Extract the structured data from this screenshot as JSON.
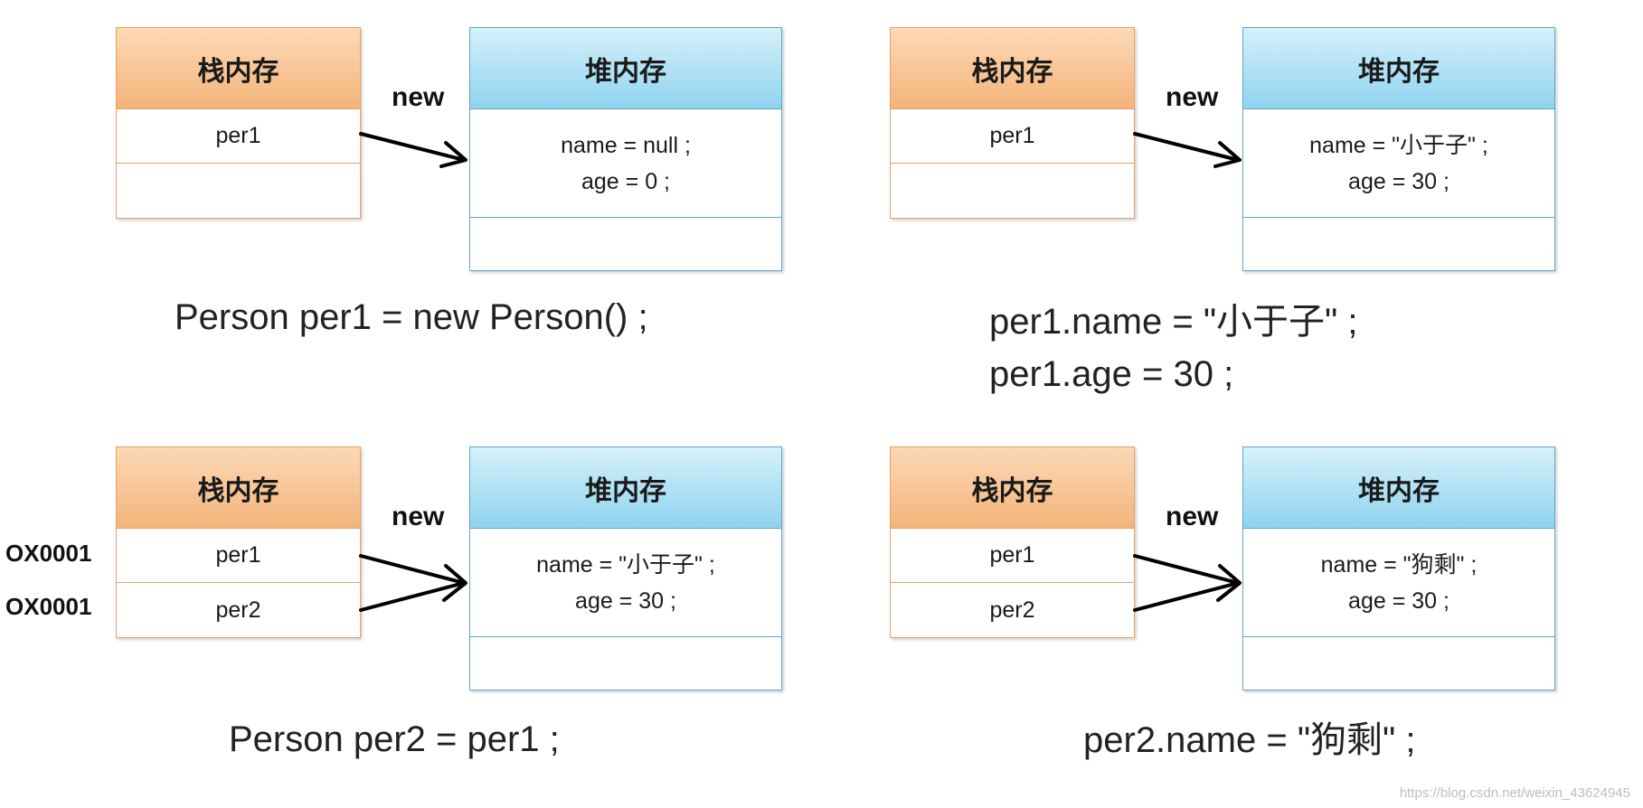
{
  "labels": {
    "stack": "栈内存",
    "heap": "堆内存",
    "new": "new"
  },
  "panels": [
    {
      "stack_rows": [
        "per1",
        ""
      ],
      "heap_lines": [
        "name = null ;",
        "age = 0 ;"
      ],
      "code": [
        "Person per1 = new Person() ;"
      ]
    },
    {
      "stack_rows": [
        "per1",
        ""
      ],
      "heap_lines": [
        "name = \"小于子\" ;",
        "age = 30 ;"
      ],
      "code": [
        "per1.name = \"小于子\" ;",
        "per1.age = 30 ;"
      ]
    },
    {
      "stack_rows": [
        "per1",
        "per2"
      ],
      "heap_lines": [
        "name = \"小于子\" ;",
        "age = 30 ;"
      ],
      "code": [
        "Person per2 = per1 ;"
      ],
      "addresses": [
        "OX0001",
        "OX0001"
      ]
    },
    {
      "stack_rows": [
        "per1",
        "per2"
      ],
      "heap_lines": [
        "name = \"狗剩\" ;",
        "age = 30 ;"
      ],
      "code": [
        "per2.name = \"狗剩\" ;"
      ]
    }
  ],
  "watermark": "https://blog.csdn.net/weixin_43624945",
  "colors": {
    "stack_border": "#e8a161",
    "stack_header": "#f4b47a",
    "heap_border": "#5fa7c8",
    "heap_header": "#8fd3ef"
  }
}
